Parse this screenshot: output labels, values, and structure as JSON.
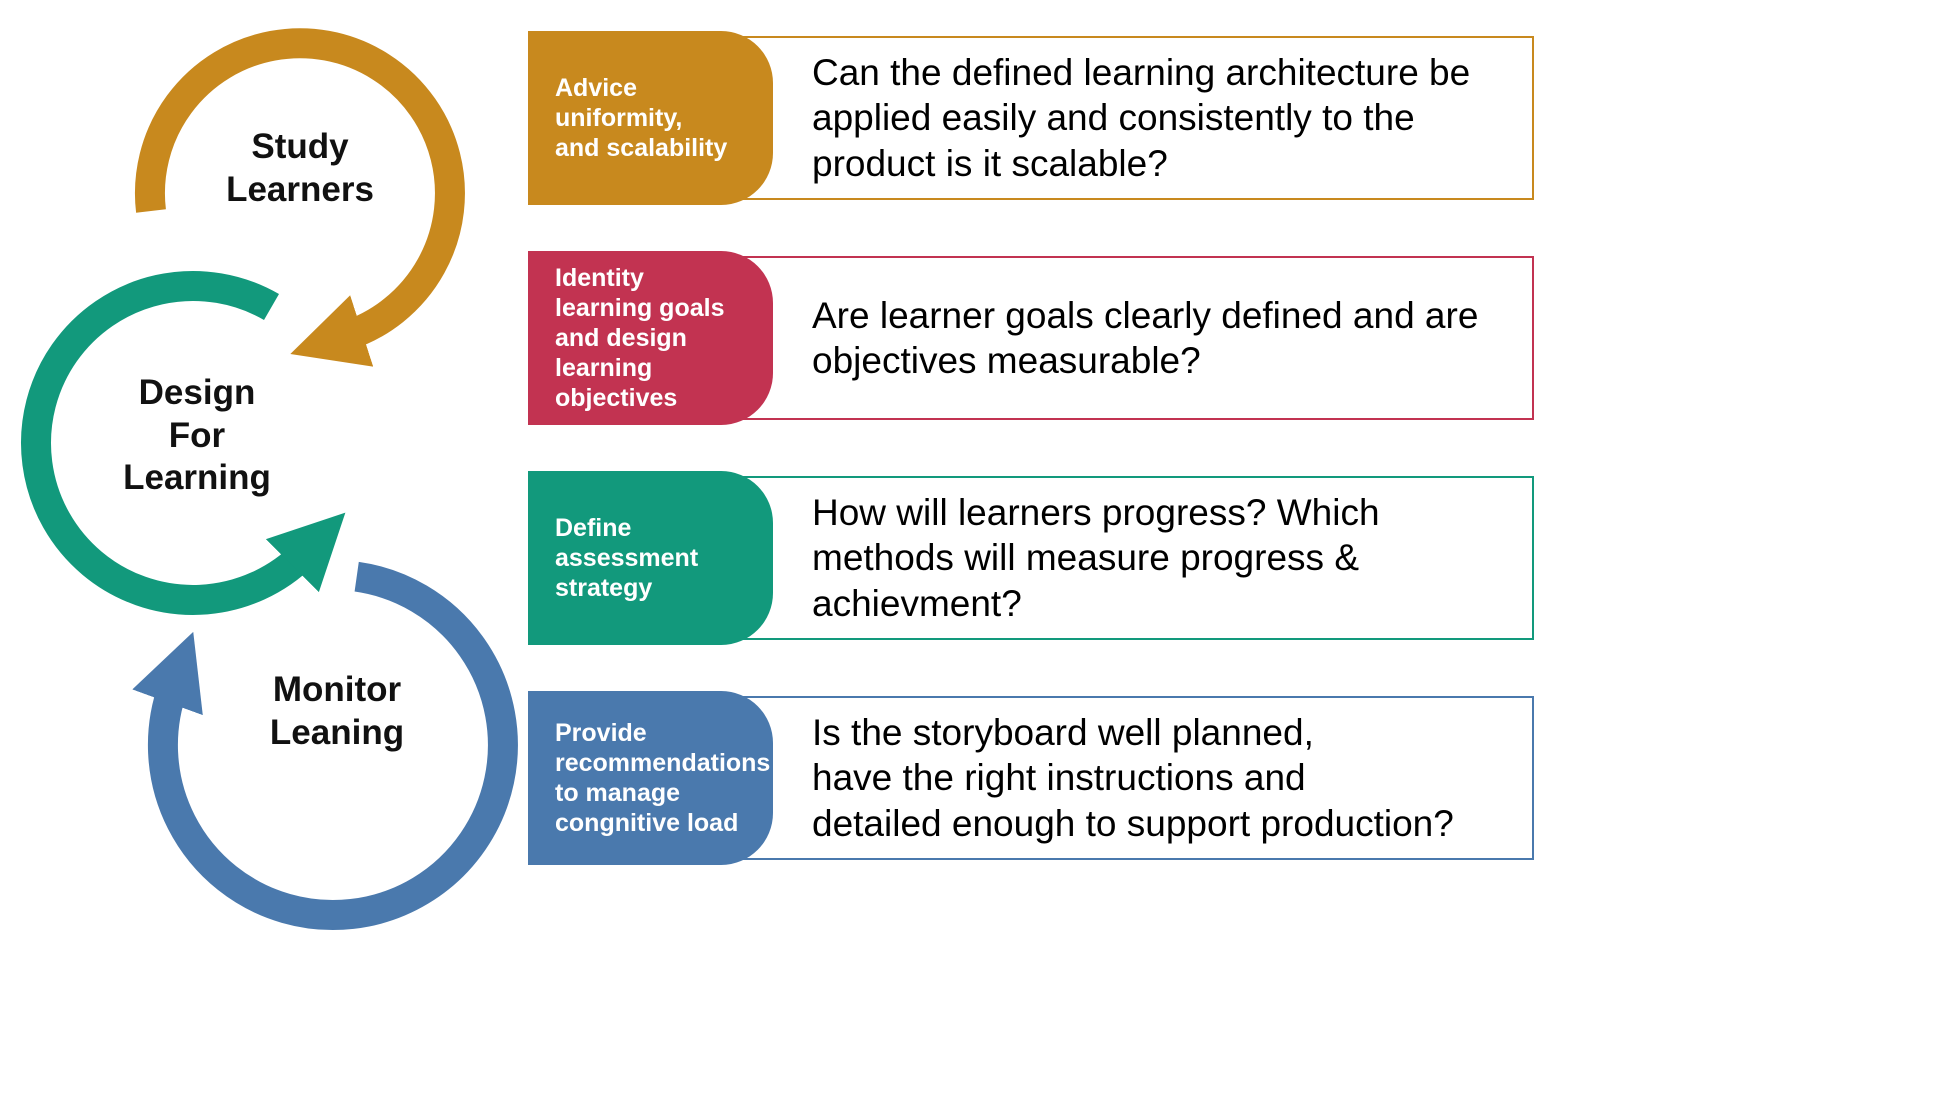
{
  "cycle": {
    "steps": [
      {
        "label": "Study\nLearners",
        "color": "#C8891E"
      },
      {
        "label": "Design\nFor\nLearning",
        "color": "#12997C"
      },
      {
        "label": "Monitor\nLeaning",
        "color": "#4A79AD"
      }
    ]
  },
  "rows": [
    {
      "color": "#C8891E",
      "tab_label": "Advice\nuniformity,\nand scalability",
      "question": "Can the defined learning architecture be\napplied easily and consistently to the\nproduct is it scalable?"
    },
    {
      "color": "#C23351",
      "tab_label": "Identity\nlearning goals\nand design\nlearning\nobjectives",
      "question": "Are learner goals clearly defined and are\nobjectives measurable?"
    },
    {
      "color": "#12997C",
      "tab_label": "Define\nassessment\nstrategy",
      "question": "How will learners progress? Which\nmethods will measure progress &\nachievment?"
    },
    {
      "color": "#4A79AD",
      "tab_label": "Provide\nrecommendations\nto manage\ncongnitive load",
      "question": "Is the storyboard well planned,\nhave the right instructions and\ndetailed enough to support production?"
    }
  ]
}
